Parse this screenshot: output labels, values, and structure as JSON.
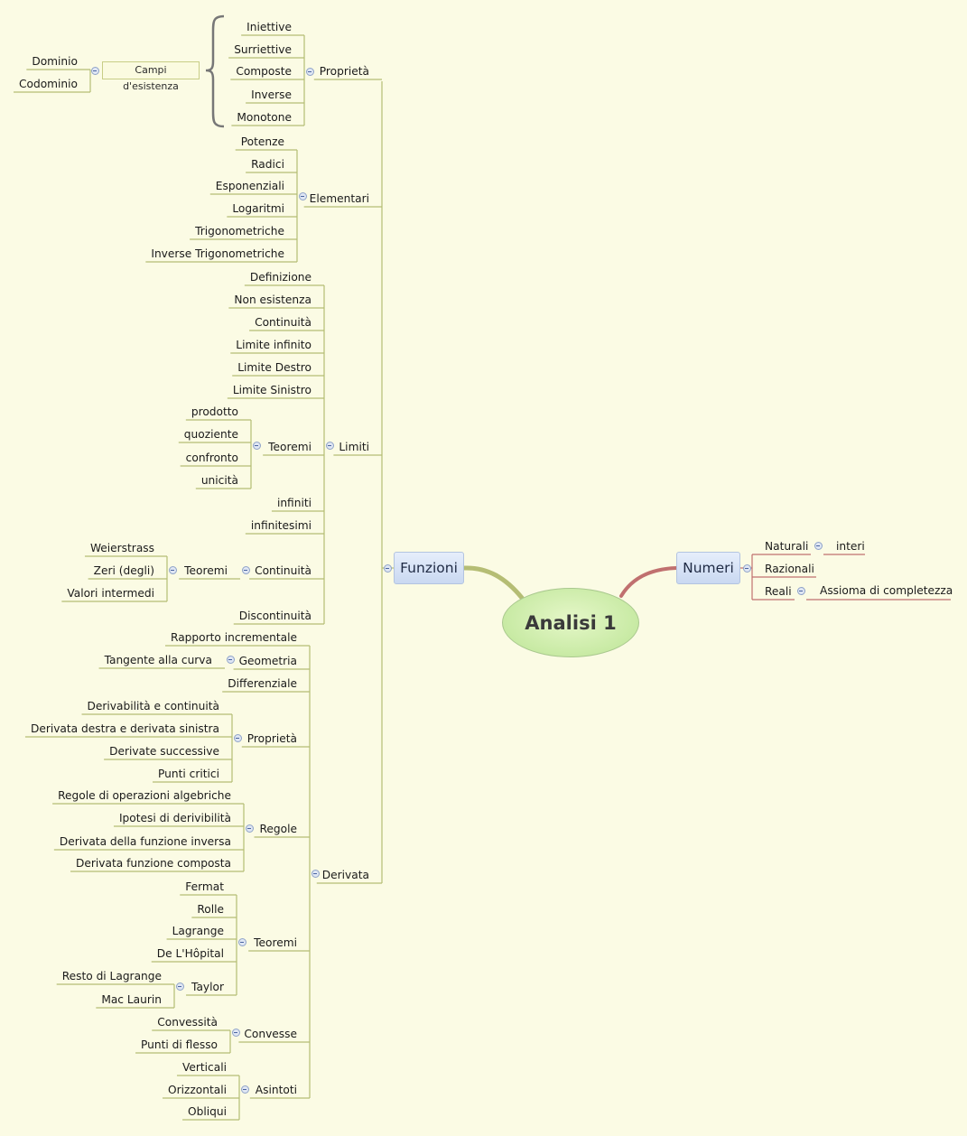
{
  "central": "Analisi 1",
  "funzioni": {
    "label": "Funzioni",
    "proprieta": {
      "label": "Proprietà",
      "campi": "Campi d'esistenza",
      "dominio": "Dominio",
      "codominio": "Codominio",
      "iniettive": "Iniettive",
      "surriettive": "Surriettive",
      "composte": "Composte",
      "inverse": "Inverse",
      "monotone": "Monotone"
    },
    "elementari": {
      "label": "Elementari",
      "items": [
        "Potenze",
        "Radici",
        "Esponenziali",
        "Logaritmi",
        "Trigonometriche",
        "Inverse Trigonometriche"
      ]
    },
    "limiti": {
      "label": "Limiti",
      "items": [
        "Definizione",
        "Non esistenza",
        "Continuità",
        "Limite infinito",
        "Limite Destro",
        "Limite Sinistro"
      ],
      "teoremi": {
        "label": "Teoremi",
        "items": [
          "prodotto",
          "quoziente",
          "confronto",
          "unicità"
        ]
      },
      "infiniti": "infiniti",
      "infinitesimi": "infinitesimi",
      "continuita": {
        "label": "Continuità",
        "teoremi": {
          "label": "Teoremi",
          "items": [
            "Weierstrass",
            "Zeri (degli)",
            "Valori intermedi"
          ]
        }
      },
      "discontinuita": "Discontinuità"
    },
    "derivata": {
      "label": "Derivata",
      "rapporto": "Rapporto incrementale",
      "geometria": {
        "label": "Geometria",
        "tangente": "Tangente alla curva"
      },
      "differenziale": "Differenziale",
      "proprieta": {
        "label": "Proprietà",
        "items": [
          "Derivabilità e continuità",
          "Derivata destra e derivata sinistra",
          "Derivate successive",
          "Punti critici"
        ]
      },
      "regole": {
        "label": "Regole",
        "items": [
          "Regole di operazioni algebriche",
          "Ipotesi di derivibilità",
          "Derivata della funzione inversa",
          "Derivata funzione composta"
        ]
      },
      "teoremi": {
        "label": "Teoremi",
        "items": [
          "Fermat",
          "Rolle",
          "Lagrange",
          "De L'Hôpital"
        ],
        "taylor": {
          "label": "Taylor",
          "items": [
            "Resto di Lagrange",
            "Mac Laurin"
          ]
        }
      },
      "convesse": {
        "label": "Convesse",
        "items": [
          "Convessità",
          "Punti di flesso"
        ]
      },
      "asintoti": {
        "label": "Asintoti",
        "items": [
          "Verticali",
          "Orizzontali",
          "Obliqui"
        ]
      }
    }
  },
  "numeri": {
    "label": "Numeri",
    "naturali": "Naturali",
    "interi": "interi",
    "razionali": "Razionali",
    "reali": "Reali",
    "assioma": "Assioma di completezza"
  },
  "colors": {
    "background": "#fbfbe4",
    "left_branch": "#b5bd74",
    "right_branch": "#c0706f",
    "central_fill": "#c8eaa4",
    "topic_fill": "#c9d8f1"
  }
}
